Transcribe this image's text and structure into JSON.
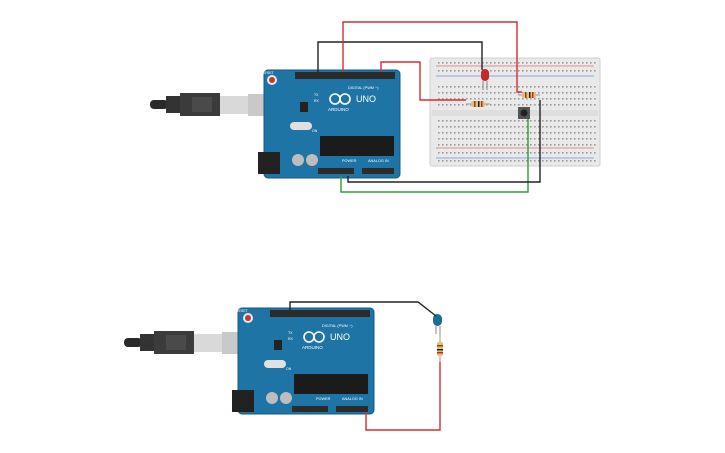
{
  "circuit_1": {
    "board": {
      "brand": "ARDUINO",
      "model": "UNO",
      "header_digital": "DIGITAL (PWM ~)",
      "header_power": "POWER",
      "header_analog": "ANALOG IN",
      "reset_label": "RESET",
      "tx_label": "TX",
      "rx_label": "RX",
      "on_label": "ON"
    },
    "components": [
      "red-led",
      "resistor",
      "resistor",
      "pushbutton"
    ],
    "wire_colors": {
      "red": "#d32f2f",
      "black": "#222222",
      "green": "#2e9e3a"
    }
  },
  "circuit_2": {
    "board": {
      "brand": "ARDUINO",
      "model": "UNO",
      "header_digital": "DIGITAL (PWM ~)",
      "header_power": "POWER",
      "header_analog": "ANALOG IN",
      "reset_label": "RESET",
      "tx_label": "TX",
      "rx_label": "RX",
      "on_label": "ON"
    },
    "components": [
      "blue-led",
      "resistor"
    ],
    "wire_colors": {
      "red": "#d32f2f",
      "black": "#222222"
    }
  },
  "colors": {
    "board": "#1f74a6",
    "board_edge": "#155a85",
    "breadboard": "#e9e9e9"
  }
}
